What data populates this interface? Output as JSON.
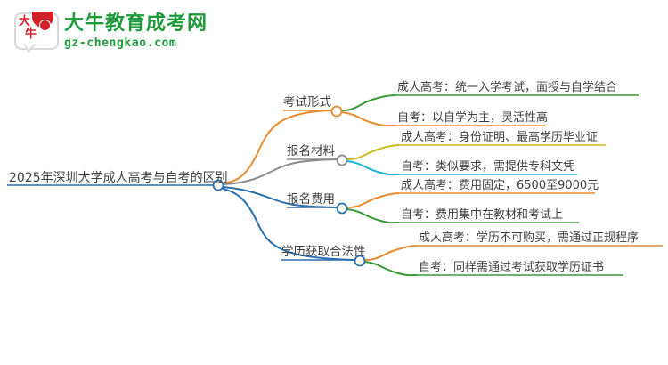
{
  "logo": {
    "mark_chars": [
      "大",
      "牛"
    ],
    "title": "大牛教育成考网",
    "subtitle": "gz-chengkao.com",
    "brand_green": "#1f9b3c",
    "brand_red": "#cf2127"
  },
  "mindmap": {
    "root": {
      "label": "2025年深圳大学成人高考与自考的区别",
      "color": "#2a6fad"
    },
    "branches": [
      {
        "label": "考试形式",
        "color": "#e8892b",
        "leaves": [
          {
            "label": "成人高考：统一入学考试，面授与自学结合",
            "color": "#3a9a3a"
          },
          {
            "label": "自考：以自学为主，灵活性高",
            "color": "#e8892b"
          }
        ]
      },
      {
        "label": "报名材料",
        "color": "#8a8a8a",
        "leaves": [
          {
            "label": "成人高考：身份证明、最高学历毕业证",
            "color": "#c8bc1e"
          },
          {
            "label": "自考：类似要求，需提供专科文凭",
            "color": "#19b5d8"
          }
        ]
      },
      {
        "label": "报名费用",
        "color": "#2a6fad",
        "leaves": [
          {
            "label": "成人高考：费用固定，6500至9000元",
            "color": "#e8892b"
          },
          {
            "label": "自考：费用集中在教材和考试上",
            "color": "#3a9a3a"
          }
        ]
      },
      {
        "label": "学历获取合法性",
        "color": "#2a6fad",
        "leaves": [
          {
            "label": "成人高考：学历不可购买，需通过正规程序",
            "color": "#e8892b"
          },
          {
            "label": "自考：同样需通过考试获取学历证书",
            "color": "#3a9a3a"
          }
        ]
      }
    ]
  }
}
